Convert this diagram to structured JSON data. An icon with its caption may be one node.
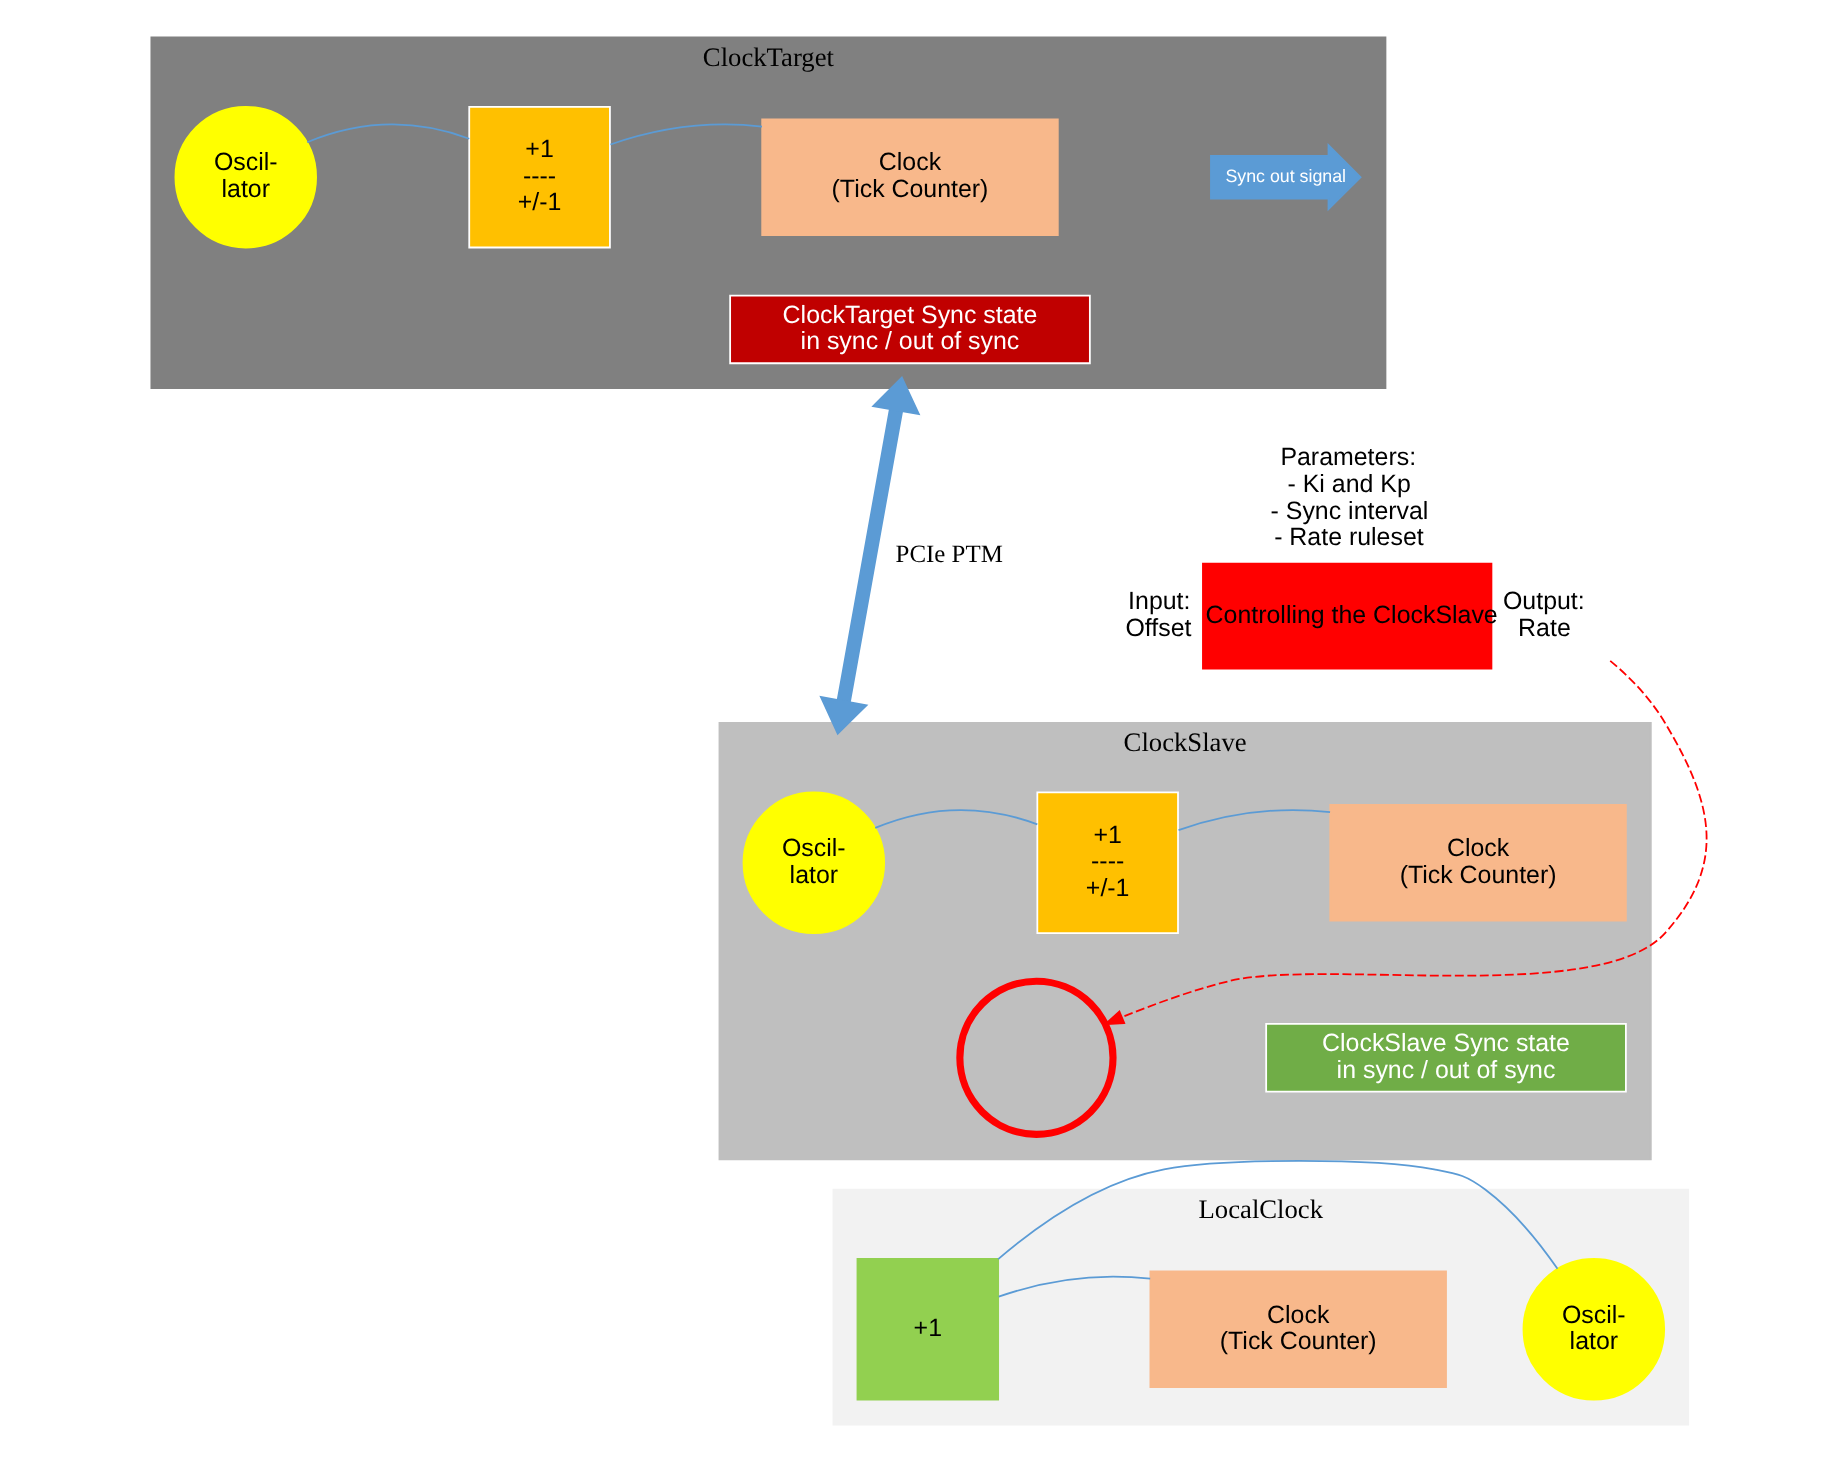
{
  "diagram": {
    "nodes": [
      {
        "text": [
          "ClockTarget"
        ]
      },
      {
        "text": [
          "Oscil- lator"
        ],
        "in": 0
      },
      {
        "text": [
          "+1 ---- +/-1"
        ],
        "in": 0
      },
      {
        "text": [
          "Clock (Tick Counter)"
        ],
        "in": 0
      },
      {
        "text": [
          "ClockTarget Sync state in sync / out of sync"
        ],
        "in": 0
      },
      {
        "text": [
          "Sync out signal"
        ],
        "in": 0
      },
      {
        "text": [
          "ClockSlave"
        ]
      },
      {
        "text": [
          "Oscil- lator"
        ],
        "in": 6
      },
      {
        "text": [],
        "shape": "circle",
        "in": 6
      },
      {
        "text": [
          "+1 ---- +/-1"
        ],
        "in": 6
      },
      {
        "text": [
          "Clock (Tick Counter)"
        ],
        "in": 6
      },
      {
        "text": [
          "ClockSlave Sync state in sync / out of sync"
        ],
        "in": 6
      },
      {
        "text": [
          "LocalClock"
        ]
      },
      {
        "text": [
          "Oscil- lator"
        ],
        "in": 12
      },
      {
        "text": [
          "+1"
        ],
        "in": 12
      },
      {
        "text": [
          "Clock (Tick Counter)"
        ],
        "in": 12
      },
      {
        "text": [
          "Controlling the ClockSlave"
        ],
        "beside": [
          "Parameters: - Ki and Kp - Sync interval - Rate ruleset",
          "Input: Offset",
          "Output: Rate"
        ]
      }
    ],
    "edges": [
      {
        "from": 1,
        "to": 2,
        "arrow": "none"
      },
      {
        "from": 2,
        "to": 3,
        "arrow": "none"
      },
      {
        "from": 7,
        "to": 9,
        "arrow": "none"
      },
      {
        "from": 9,
        "to": 10,
        "arrow": "none"
      },
      {
        "from": 13,
        "to": 14,
        "arrow": "none"
      },
      {
        "from": 14,
        "to": 15,
        "arrow": "none"
      },
      {
        "from": 0,
        "to": 6,
        "arrow": "both",
        "label": "PCIe PTM",
        "style": "thick",
        "color": "#5b9bd5"
      },
      {
        "from": 16,
        "to": 8,
        "arrow": "to",
        "style": "dashed",
        "color": "#ff0000"
      }
    ]
  }
}
